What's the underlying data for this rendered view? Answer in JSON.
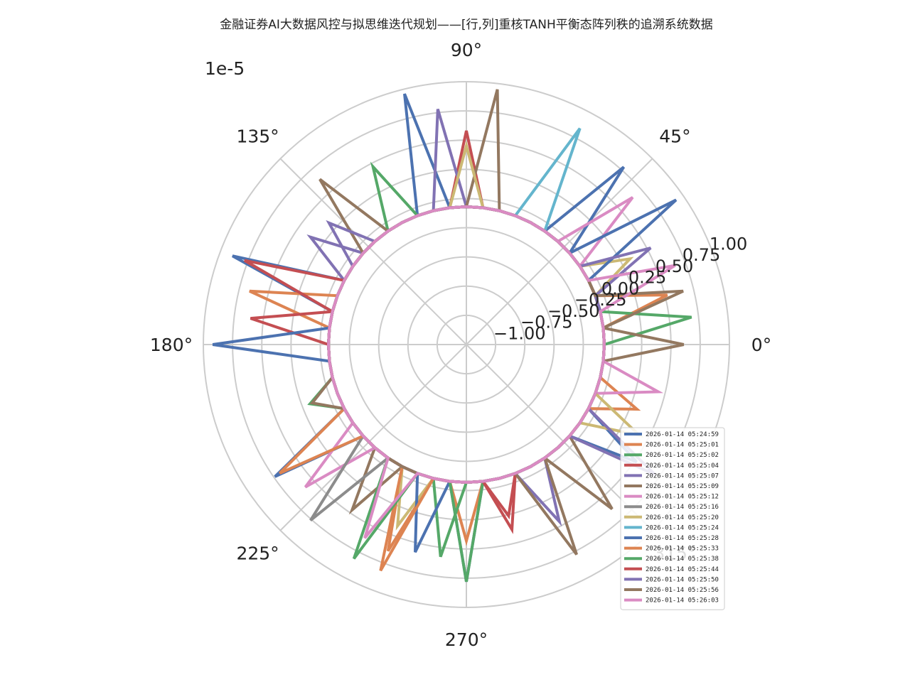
{
  "chart_data": {
    "type": "line",
    "projection": "polar",
    "title": "金融证券AI大数据风控与拟思维迭代规划——[行,列]重核TANH平衡态阵列秩的追溯系统数据",
    "r_offset_text": "1e-5",
    "rlim": [
      -1.25,
      1.0
    ],
    "r_ticks": [
      -1.0,
      -0.75,
      -0.5,
      -0.25,
      0.0,
      0.25,
      0.5,
      0.75,
      1.0
    ],
    "r_tick_labels": [
      "−1.00",
      "−0.75",
      "−0.50",
      "−0.25",
      "0.00",
      "0.25",
      "0.50",
      "0.75",
      "1.00"
    ],
    "theta_ticks_deg": [
      0,
      45,
      90,
      135,
      180,
      225,
      270,
      315
    ],
    "theta_tick_labels": [
      "0°",
      "45°",
      "90°",
      "135°",
      "180°",
      "225°",
      "270°",
      "315°"
    ],
    "grid": true,
    "legend_position": "lower-right",
    "base_radius": -0.07,
    "points_per_series": 52,
    "series": [
      {
        "name": "2026-01-14 05:24:59",
        "color": "#4c72b0",
        "values": [
          -0.07,
          -0.07,
          -0.07,
          -0.07,
          -0.07,
          -0.07,
          -0.07,
          0.78,
          -0.07,
          -0.07,
          -0.07,
          -0.07,
          -0.07,
          -0.07,
          -0.07,
          0.96,
          -0.07,
          -0.07,
          -0.07,
          -0.07,
          -0.07,
          -0.07,
          -0.07,
          0.89,
          -0.07,
          -0.07,
          -0.07,
          -0.07,
          -0.07,
          -0.07,
          -0.07,
          0.74,
          -0.07,
          -0.07,
          -0.07,
          -0.07,
          -0.07,
          -0.07,
          -0.07,
          0.78,
          -0.07,
          -0.07,
          -0.07,
          -0.07,
          -0.07,
          -0.07,
          -0.07,
          0.52,
          -0.07,
          -0.07,
          -0.07,
          -0.07
        ]
      },
      {
        "name": "2026-01-14 05:25:01",
        "color": "#dd8452",
        "values": [
          -0.07,
          -0.07,
          0.52,
          -0.07,
          -0.07,
          -0.07,
          -0.07,
          -0.07,
          -0.07,
          -0.07,
          -0.07,
          -0.07,
          -0.07,
          -0.07,
          -0.07,
          -0.07,
          -0.07,
          -0.07,
          -0.07,
          -0.07,
          -0.07,
          -0.07,
          -0.07,
          -0.07,
          0.66,
          -0.07,
          -0.07,
          -0.07,
          -0.07,
          -0.07,
          -0.07,
          -0.07,
          -0.07,
          -0.07,
          -0.07,
          -0.07,
          0.64,
          -0.07,
          -0.07,
          0.43,
          -0.07,
          -0.07,
          -0.07,
          -0.07,
          -0.07,
          -0.07,
          -0.07,
          -0.07,
          -0.07,
          0.31,
          -0.07,
          -0.07
        ]
      },
      {
        "name": "2026-01-14 05:25:02",
        "color": "#55a868",
        "values": [
          -0.07,
          0.69,
          -0.07,
          -0.07,
          -0.07,
          -0.07,
          -0.07,
          -0.07,
          -0.07,
          -0.07,
          -0.07,
          -0.07,
          -0.07,
          -0.07,
          -0.07,
          -0.07,
          -0.07,
          0.47,
          -0.07,
          -0.07,
          -0.07,
          -0.07,
          -0.07,
          -0.07,
          -0.07,
          -0.07,
          -0.07,
          -0.07,
          -0.07,
          0.18,
          -0.07,
          -0.07,
          -0.07,
          -0.07,
          -0.07,
          -0.07,
          -0.07,
          -0.07,
          0.58,
          -0.07,
          -0.07,
          -0.07,
          -0.07,
          -0.07,
          -0.07,
          -0.07,
          -0.07,
          -0.07,
          -0.07,
          -0.07,
          -0.07,
          -0.07
        ]
      },
      {
        "name": "2026-01-14 05:25:04",
        "color": "#c44e52",
        "values": [
          -0.07,
          -0.07,
          -0.07,
          -0.07,
          -0.07,
          -0.07,
          -0.07,
          -0.07,
          -0.07,
          -0.07,
          -0.07,
          -0.07,
          -0.07,
          0.58,
          -0.07,
          -0.07,
          -0.07,
          -0.07,
          -0.07,
          -0.07,
          -0.07,
          -0.07,
          -0.07,
          -0.07,
          -0.07,
          0.61,
          -0.07,
          -0.07,
          -0.07,
          -0.07,
          -0.07,
          -0.07,
          -0.07,
          -0.07,
          -0.07,
          -0.07,
          -0.07,
          -0.07,
          -0.07,
          -0.07,
          -0.07,
          0.26,
          -0.07,
          -0.07,
          -0.07,
          -0.07,
          -0.07,
          -0.07,
          -0.07,
          -0.07,
          -0.07,
          -0.07
        ]
      },
      {
        "name": "2026-01-14 05:25:07",
        "color": "#8172b3",
        "values": [
          -0.07,
          -0.07,
          -0.07,
          -0.07,
          -0.07,
          -0.07,
          -0.07,
          -0.07,
          -0.07,
          -0.07,
          -0.07,
          -0.07,
          -0.07,
          -0.07,
          0.78,
          -0.07,
          -0.07,
          -0.07,
          -0.07,
          -0.07,
          -0.07,
          0.37,
          -0.07,
          -0.07,
          -0.07,
          -0.07,
          -0.07,
          -0.07,
          -0.07,
          -0.07,
          -0.07,
          -0.07,
          -0.07,
          -0.07,
          -0.07,
          -0.07,
          -0.07,
          -0.07,
          -0.07,
          -0.07,
          -0.07,
          -0.07,
          -0.07,
          0.46,
          -0.07,
          -0.07,
          -0.07,
          -0.07,
          -0.07,
          -0.07,
          -0.07,
          -0.07
        ]
      },
      {
        "name": "2026-01-14 05:25:09",
        "color": "#937860",
        "values": [
          0.61,
          -0.07,
          -0.07,
          -0.07,
          -0.07,
          -0.07,
          -0.07,
          -0.07,
          -0.07,
          -0.07,
          -0.07,
          -0.07,
          0.95,
          -0.07,
          -0.07,
          -0.07,
          -0.07,
          -0.07,
          -0.07,
          0.64,
          -0.07,
          -0.07,
          -0.07,
          -0.07,
          -0.07,
          -0.07,
          -0.07,
          -0.07,
          -0.07,
          -0.07,
          -0.07,
          -0.07,
          -0.07,
          -0.07,
          0.47,
          -0.07,
          -0.07,
          -0.07,
          -0.07,
          -0.07,
          -0.07,
          -0.07,
          -0.07,
          -0.07,
          -0.07,
          0.63,
          -0.07,
          -0.07,
          -0.07,
          -0.07,
          -0.07,
          -0.07
        ]
      },
      {
        "name": "2026-01-14 05:25:12",
        "color": "#da8bc3",
        "values": [
          -0.07,
          -0.07,
          -0.07,
          -0.07,
          -0.07,
          -0.07,
          0.65,
          -0.07,
          -0.07,
          -0.07,
          -0.07,
          -0.07,
          -0.07,
          -0.07,
          -0.07,
          -0.07,
          -0.07,
          -0.07,
          -0.07,
          -0.07,
          -0.07,
          -0.07,
          -0.07,
          -0.07,
          -0.07,
          -0.07,
          -0.07,
          -0.07,
          -0.07,
          -0.07,
          -0.07,
          -0.07,
          0.59,
          -0.07,
          -0.07,
          -0.07,
          -0.07,
          -0.07,
          -0.07,
          -0.07,
          -0.07,
          -0.07,
          -0.07,
          -0.07,
          -0.07,
          -0.07,
          -0.07,
          -0.07,
          -0.07,
          -0.07,
          0.44,
          -0.07
        ]
      },
      {
        "name": "2026-01-14 05:25:16",
        "color": "#8c8c8c",
        "values": [
          -0.07,
          -0.07,
          -0.07,
          -0.07,
          -0.07,
          -0.07,
          -0.07,
          -0.07,
          -0.07,
          -0.07,
          -0.07,
          -0.07,
          -0.07,
          -0.07,
          -0.07,
          -0.07,
          -0.07,
          -0.07,
          -0.07,
          -0.07,
          -0.07,
          -0.07,
          -0.07,
          -0.07,
          -0.07,
          -0.07,
          -0.07,
          -0.07,
          -0.07,
          -0.07,
          -0.07,
          -0.07,
          -0.07,
          0.76,
          -0.07,
          -0.07,
          -0.07,
          -0.07,
          -0.07,
          -0.07,
          -0.07,
          -0.07,
          -0.07,
          -0.07,
          -0.07,
          -0.07,
          -0.07,
          -0.07,
          -0.07,
          -0.07,
          -0.07,
          -0.07
        ]
      },
      {
        "name": "2026-01-14 05:25:20",
        "color": "#ccb974",
        "values": [
          -0.07,
          -0.07,
          -0.07,
          -0.07,
          0.33,
          -0.07,
          -0.07,
          -0.07,
          -0.07,
          -0.07,
          -0.07,
          -0.07,
          -0.07,
          0.45,
          -0.07,
          -0.07,
          -0.07,
          -0.07,
          -0.07,
          -0.07,
          -0.07,
          -0.07,
          -0.07,
          -0.07,
          -0.07,
          -0.07,
          -0.07,
          -0.07,
          -0.07,
          -0.07,
          -0.07,
          -0.07,
          -0.07,
          -0.07,
          -0.07,
          -0.07,
          0.41,
          -0.07,
          -0.07,
          -0.07,
          -0.07,
          -0.07,
          -0.07,
          -0.07,
          -0.07,
          -0.07,
          -0.07,
          -0.07,
          0.42,
          -0.07,
          -0.07,
          -0.07
        ]
      },
      {
        "name": "2026-01-14 05:25:24",
        "color": "#64b5cd",
        "values": [
          -0.07,
          -0.07,
          -0.07,
          -0.07,
          -0.07,
          -0.07,
          -0.07,
          -0.07,
          -0.07,
          0.84,
          -0.07,
          -0.07,
          -0.07,
          -0.07,
          -0.07,
          -0.07,
          -0.07,
          -0.07,
          -0.07,
          -0.07,
          -0.07,
          -0.07,
          -0.07,
          -0.07,
          -0.07,
          -0.07,
          -0.07,
          -0.07,
          -0.07,
          -0.07,
          -0.07,
          -0.07,
          -0.07,
          -0.07,
          -0.07,
          -0.07,
          -0.07,
          -0.07,
          -0.07,
          -0.07,
          -0.07,
          -0.07,
          -0.07,
          -0.07,
          -0.07,
          -0.07,
          -0.07,
          -0.07,
          -0.07,
          -0.07,
          -0.07,
          -0.07
        ]
      },
      {
        "name": "2026-01-14 05:25:28",
        "color": "#4c72b0",
        "values": [
          -0.07,
          -0.07,
          -0.07,
          -0.07,
          -0.07,
          0.93,
          -0.07,
          -0.07,
          -0.07,
          -0.07,
          -0.07,
          -0.07,
          -0.07,
          -0.07,
          -0.07,
          -0.07,
          -0.07,
          -0.07,
          -0.07,
          -0.07,
          -0.07,
          -0.07,
          -0.07,
          -0.07,
          -0.07,
          -0.07,
          0.92,
          -0.07,
          -0.07,
          -0.07,
          -0.07,
          -0.07,
          -0.07,
          -0.07,
          -0.07,
          -0.07,
          -0.07,
          0.58,
          -0.07,
          -0.07,
          -0.07,
          -0.07,
          -0.07,
          -0.07,
          -0.07,
          -0.07,
          -0.07,
          -0.07,
          -0.07,
          -0.07,
          -0.07,
          -0.07
        ]
      },
      {
        "name": "2026-01-14 05:25:33",
        "color": "#dd8452",
        "values": [
          -0.07,
          -0.07,
          -0.07,
          -0.07,
          -0.07,
          -0.07,
          -0.07,
          -0.07,
          -0.07,
          -0.07,
          -0.07,
          -0.07,
          -0.07,
          -0.07,
          -0.07,
          -0.07,
          -0.07,
          -0.07,
          -0.07,
          -0.07,
          -0.07,
          -0.07,
          -0.07,
          -0.07,
          -0.07,
          -0.07,
          -0.07,
          -0.07,
          -0.07,
          -0.07,
          -0.07,
          0.69,
          -0.07,
          -0.07,
          -0.07,
          -0.07,
          0.82,
          -0.07,
          -0.07,
          -0.07,
          -0.07,
          -0.07,
          -0.07,
          -0.07,
          -0.07,
          -0.07,
          -0.07,
          -0.07,
          -0.07,
          -0.07,
          -0.07,
          -0.07
        ]
      },
      {
        "name": "2026-01-14 05:25:38",
        "color": "#55a868",
        "values": [
          -0.07,
          -0.07,
          -0.07,
          -0.07,
          -0.07,
          -0.07,
          -0.07,
          -0.07,
          -0.07,
          -0.07,
          -0.07,
          -0.07,
          -0.07,
          -0.07,
          -0.07,
          -0.07,
          -0.07,
          -0.07,
          -0.07,
          -0.07,
          -0.07,
          -0.07,
          -0.07,
          -0.07,
          -0.07,
          -0.07,
          -0.07,
          -0.07,
          -0.07,
          -0.07,
          -0.07,
          -0.07,
          -0.07,
          -0.07,
          -0.07,
          0.82,
          -0.07,
          -0.07,
          -0.07,
          0.78,
          -0.07,
          -0.07,
          -0.07,
          -0.07,
          -0.07,
          -0.07,
          -0.07,
          -0.07,
          -0.07,
          -0.07,
          -0.07,
          -0.07
        ]
      },
      {
        "name": "2026-01-14 05:25:44",
        "color": "#c44e52",
        "values": [
          -0.07,
          -0.07,
          -0.07,
          -0.07,
          -0.07,
          -0.07,
          -0.07,
          -0.07,
          -0.07,
          -0.07,
          -0.07,
          -0.07,
          -0.07,
          -0.07,
          -0.07,
          -0.07,
          -0.07,
          -0.07,
          -0.07,
          -0.07,
          -0.07,
          -0.07,
          -0.07,
          0.78,
          -0.07,
          -0.07,
          -0.07,
          -0.07,
          -0.07,
          -0.07,
          -0.07,
          -0.07,
          -0.07,
          -0.07,
          -0.07,
          -0.07,
          -0.07,
          -0.07,
          -0.07,
          -0.07,
          -0.07,
          0.38,
          -0.07,
          -0.07,
          -0.07,
          -0.07,
          -0.07,
          -0.07,
          -0.07,
          -0.07,
          -0.07,
          -0.07
        ]
      },
      {
        "name": "2026-01-14 05:25:50",
        "color": "#8172b3",
        "values": [
          -0.07,
          -0.07,
          -0.07,
          -0.07,
          0.53,
          -0.07,
          -0.07,
          -0.07,
          -0.07,
          -0.07,
          -0.07,
          -0.07,
          -0.07,
          -0.07,
          -0.07,
          -0.07,
          -0.07,
          -0.07,
          -0.07,
          -0.07,
          0.32,
          -0.07,
          -0.07,
          -0.07,
          -0.07,
          -0.07,
          -0.07,
          -0.07,
          -0.07,
          -0.07,
          -0.07,
          -0.07,
          -0.07,
          -0.07,
          -0.07,
          -0.07,
          -0.07,
          -0.07,
          -0.07,
          -0.07,
          -0.07,
          -0.07,
          -0.07,
          -0.07,
          -0.07,
          -0.07,
          -0.07,
          0.71,
          -0.07,
          -0.07,
          -0.07,
          -0.07
        ]
      },
      {
        "name": "2026-01-14 05:25:56",
        "color": "#937860",
        "values": [
          -0.07,
          -0.07,
          0.66,
          -0.07,
          -0.07,
          -0.07,
          -0.07,
          -0.07,
          -0.07,
          -0.07,
          -0.07,
          -0.07,
          -0.07,
          -0.07,
          -0.07,
          -0.07,
          -0.07,
          -0.07,
          -0.07,
          -0.07,
          -0.07,
          -0.07,
          -0.07,
          -0.07,
          -0.07,
          -0.07,
          -0.07,
          -0.07,
          -0.07,
          0.16,
          -0.07,
          -0.07,
          -0.07,
          -0.07,
          -0.07,
          -0.07,
          -0.07,
          -0.07,
          -0.07,
          -0.07,
          -0.07,
          -0.07,
          -0.07,
          0.78,
          -0.07,
          -0.07,
          -0.07,
          -0.07,
          -0.07,
          -0.07,
          -0.07,
          -0.07
        ]
      },
      {
        "name": "2026-01-14 05:26:03",
        "color": "#da8bc3",
        "values": [
          -0.07,
          -0.07,
          -0.07,
          0.66,
          -0.07,
          -0.07,
          -0.07,
          -0.07,
          -0.07,
          -0.07,
          -0.07,
          -0.07,
          -0.07,
          -0.07,
          -0.07,
          -0.07,
          -0.07,
          -0.07,
          -0.07,
          -0.07,
          -0.07,
          -0.07,
          -0.07,
          -0.07,
          -0.07,
          -0.07,
          -0.07,
          -0.07,
          -0.07,
          -0.07,
          -0.07,
          -0.07,
          -0.07,
          -0.07,
          -0.07,
          0.62,
          -0.07,
          -0.07,
          -0.07,
          -0.07,
          -0.07,
          -0.07,
          -0.07,
          -0.07,
          -0.07,
          -0.07,
          -0.07,
          -0.07,
          -0.07,
          -0.07,
          -0.07,
          -0.07
        ]
      }
    ]
  }
}
